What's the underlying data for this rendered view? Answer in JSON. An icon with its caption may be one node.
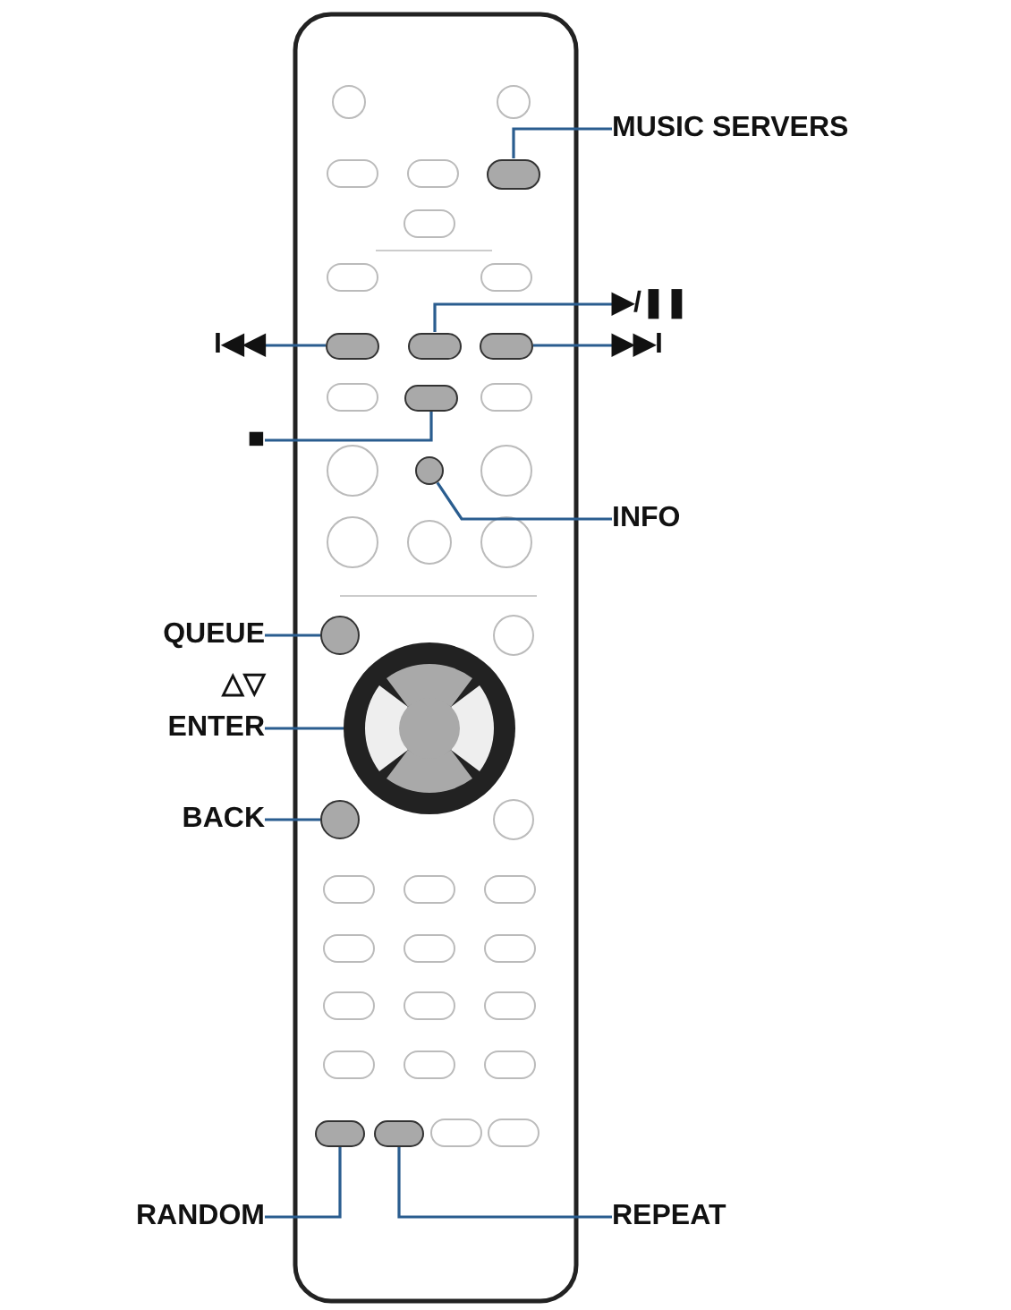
{
  "diagram": {
    "nodes": [
      {
        "text": [
          "MUSIC SERVERS"
        ]
      },
      {
        "text": [
          "▶/❚❚"
        ]
      },
      {
        "text": [
          "I◀◀"
        ]
      },
      {
        "text": [
          "▶▶I"
        ]
      },
      {
        "text": [
          "■"
        ]
      },
      {
        "text": [
          "INFO"
        ]
      },
      {
        "text": [
          "QUEUE"
        ]
      },
      {
        "text": [
          "ENTER"
        ]
      },
      {
        "text": [
          "BACK"
        ]
      },
      {
        "text": [
          "RANDOM"
        ]
      },
      {
        "text": [
          "REPEAT"
        ]
      },
      {
        "text": [],
        "shape": "box"
      },
      {
        "text": [],
        "shape": "box"
      },
      {
        "text": [],
        "shape": "box"
      },
      {
        "text": [],
        "shape": "box"
      },
      {
        "text": [],
        "shape": "box"
      },
      {
        "text": [],
        "shape": "circle"
      },
      {
        "text": [],
        "shape": "circle"
      },
      {
        "text": [],
        "shape": "circle"
      },
      {
        "text": [],
        "shape": "circle"
      },
      {
        "text": [],
        "shape": "box"
      },
      {
        "text": [],
        "shape": "box"
      }
    ],
    "edges": [
      {
        "from": 0,
        "to": 11,
        "arrow": "none"
      },
      {
        "from": 1,
        "to": 13,
        "arrow": "none"
      },
      {
        "from": 2,
        "to": 12,
        "arrow": "none"
      },
      {
        "from": 3,
        "to": 14,
        "arrow": "none"
      },
      {
        "from": 4,
        "to": 15,
        "arrow": "none"
      },
      {
        "from": 5,
        "to": 16,
        "arrow": "none"
      },
      {
        "from": 6,
        "to": 17,
        "arrow": "none"
      },
      {
        "from": 7,
        "to": 18,
        "arrow": "none"
      },
      {
        "from": 8,
        "to": 19,
        "arrow": "none"
      },
      {
        "from": 9,
        "to": 20,
        "arrow": "none"
      },
      {
        "from": 10,
        "to": 21,
        "arrow": "none"
      }
    ],
    "labels": [
      "△▽"
    ]
  }
}
